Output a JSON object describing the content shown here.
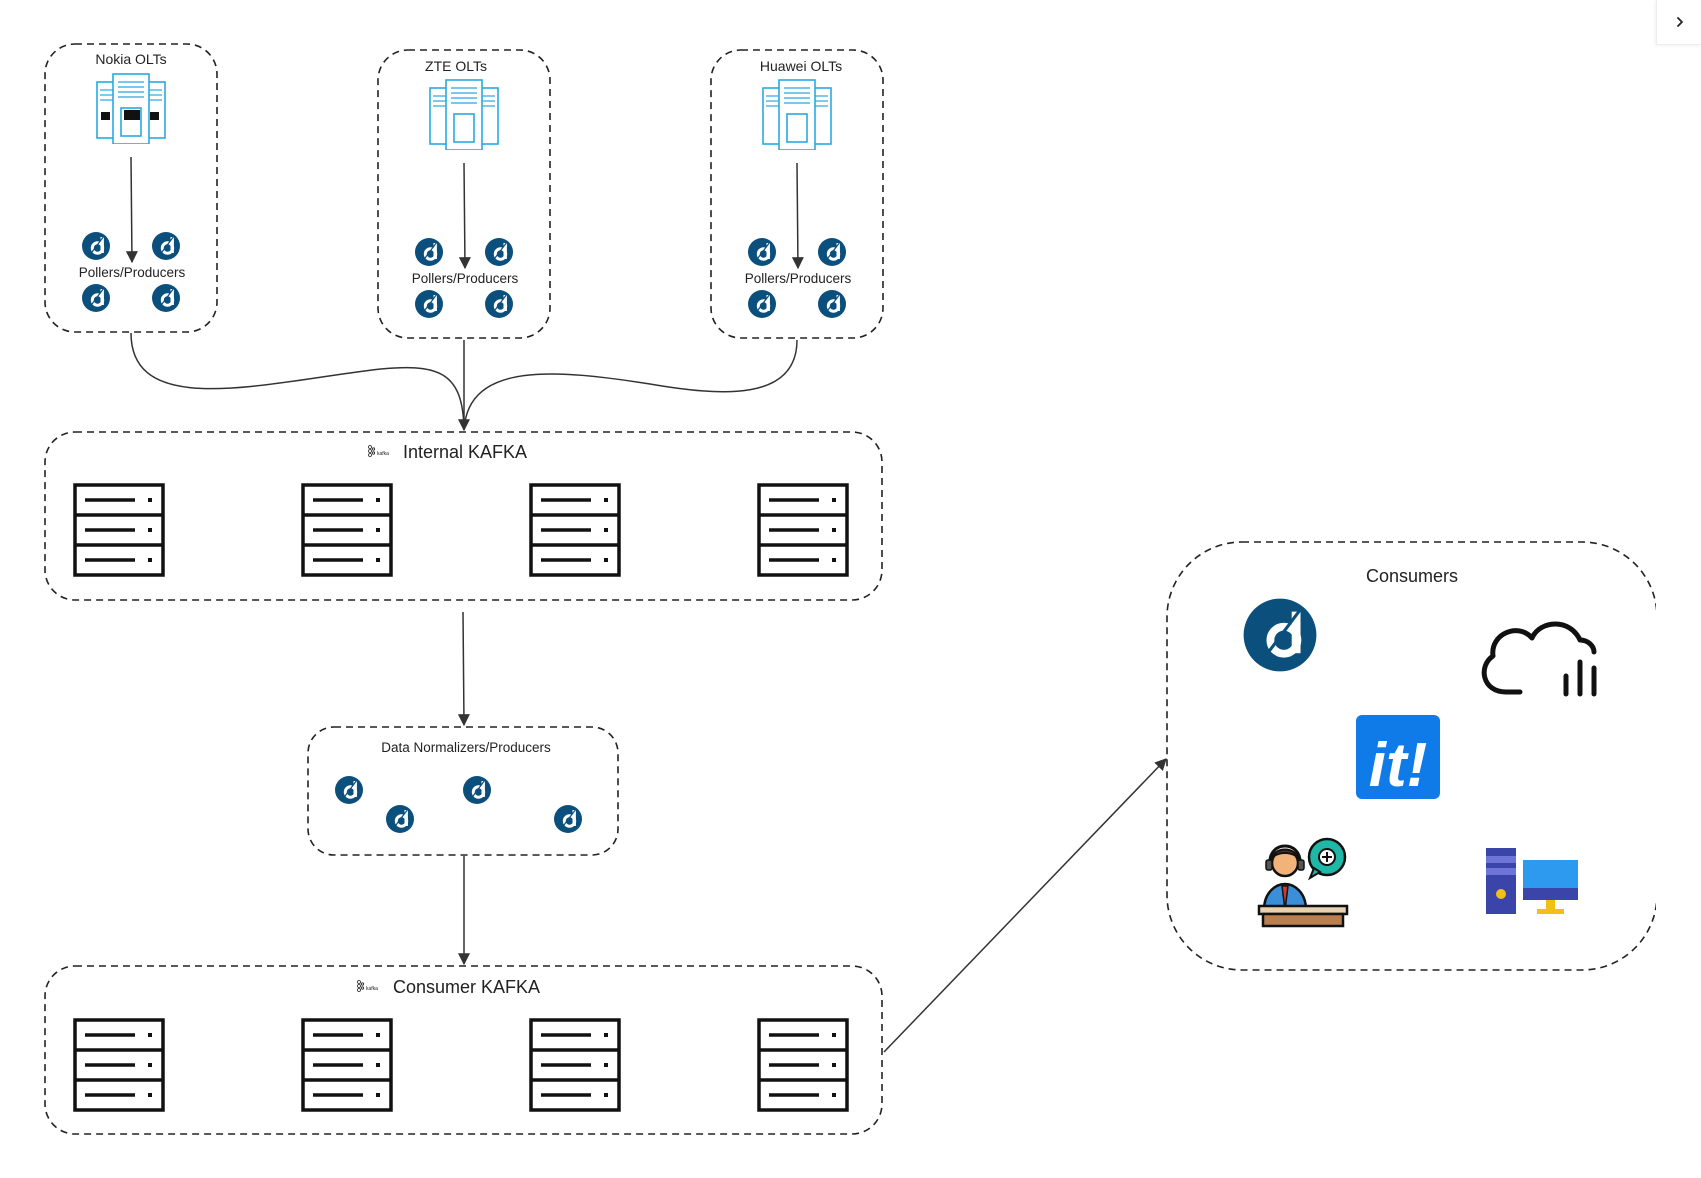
{
  "groups": {
    "nokia": {
      "title": "Nokia OLTs",
      "pollers_label": "Pollers/Producers"
    },
    "zte": {
      "title": "ZTE OLTs",
      "pollers_label": "Pollers/Producers"
    },
    "huawei": {
      "title": "Huawei OLTs",
      "pollers_label": "Pollers/Producers"
    }
  },
  "internal_kafka": {
    "title": "Internal KAFKA",
    "logo_text": "kafka"
  },
  "normalizers": {
    "title": "Data Normalizers/Producers"
  },
  "consumer_kafka": {
    "title": "Consumer KAFKA",
    "logo_text": "kafka"
  },
  "consumers": {
    "title": "Consumers",
    "logo_text": "it!"
  },
  "colors": {
    "badge": "#0b4f7c",
    "olt_stroke": "#29a8e0",
    "it_blue": "#0f7be8",
    "line": "#333333"
  },
  "icons": {
    "collapse": "chevron-right-icon",
    "olt": "olt-rack-icon",
    "poller": "datadog-badge-icon",
    "server": "server-icon",
    "cloud": "cloud-chart-icon",
    "agent": "support-agent-icon",
    "computer": "desktop-computer-icon"
  }
}
